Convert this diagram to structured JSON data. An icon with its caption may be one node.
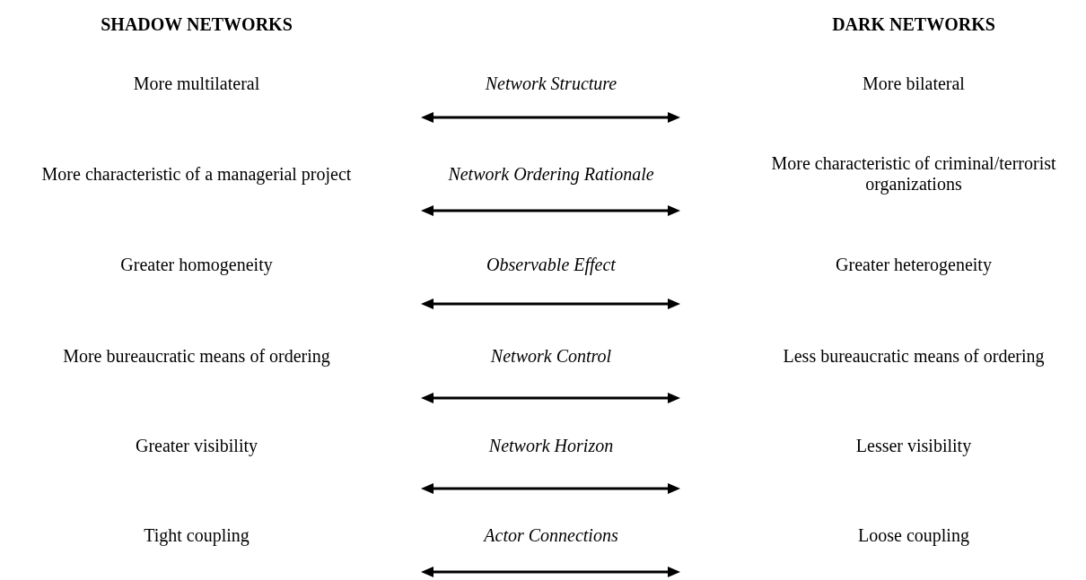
{
  "diagram": {
    "labels": [
      "SHADOW NETWORKS",
      "DARK NETWORKS",
      "More multilateral",
      "Network Structure",
      "More bilateral",
      "More characteristic of a managerial project",
      "Network Ordering Rationale",
      "More characteristic of criminal/terrorist organizations",
      "Greater homogeneity",
      "Observable Effect",
      "Greater heterogeneity",
      "More bureaucratic means of ordering",
      "Network Control",
      "Less bureaucratic means of ordering",
      "Greater visibility",
      "Network Horizon",
      "Lesser visibility",
      "Tight coupling",
      "Actor Connections",
      "Loose coupling"
    ]
  }
}
